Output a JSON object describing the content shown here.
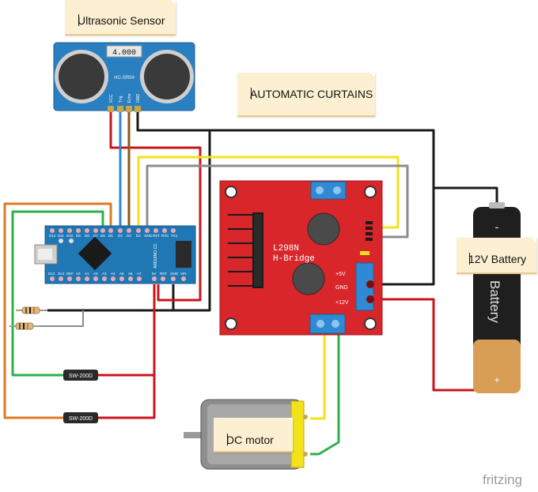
{
  "notes": {
    "ultrasonic": "Ultrasonic Sensor",
    "title": "AUTOMATIC CURTAINS",
    "battery": "12V Battery",
    "motor": "DC motor"
  },
  "sensor": {
    "display": "4.000",
    "model": "HC-SR04",
    "pins": [
      "VCC",
      "Trig",
      "Echo",
      "GND"
    ]
  },
  "driver": {
    "chip": "L298N",
    "name": "H-Bridge",
    "terminals": [
      "+5V",
      "GND",
      "+12V"
    ]
  },
  "arduino": {
    "name": "ARDUINO.CC",
    "top_pins": [
      "D12",
      "D11",
      "D10",
      "D9",
      "D8",
      "D7",
      "D6",
      "D5",
      "D4",
      "D3",
      "D2",
      "GND",
      "RST",
      "RX0",
      "TX1"
    ],
    "bottom_pins": [
      "D13",
      "3V3",
      "REF",
      "A0",
      "A1",
      "A2",
      "A3",
      "A4",
      "A5",
      "A6",
      "A7",
      "5V",
      "RST",
      "GND",
      "VIN"
    ]
  },
  "switches": [
    "SW-200D",
    "SW-200D"
  ],
  "battery_label": "Battery",
  "battery_polarity": {
    "neg": "-",
    "pos": "+"
  },
  "watermark": "fritzing",
  "colors": {
    "board": "#d9262a",
    "arduino": "#1f78b4",
    "sensor": "#2a7fc0",
    "wire_red": "#c8151b",
    "wire_black": "#1a1a1a",
    "wire_yellow": "#f3e21a",
    "wire_green": "#2bb24a",
    "wire_orange": "#e07a20",
    "wire_gray": "#8c8c8c"
  }
}
